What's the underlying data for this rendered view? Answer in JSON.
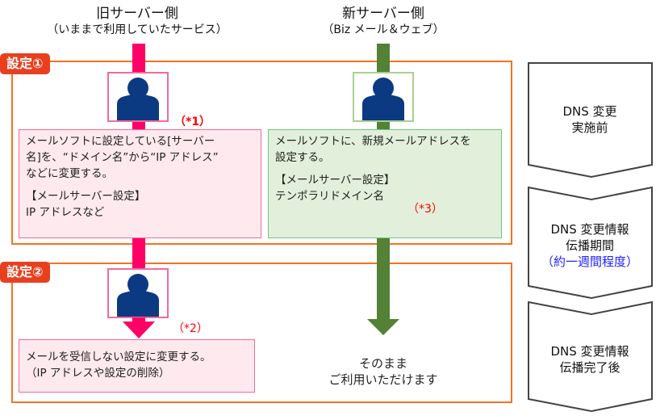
{
  "columns": {
    "old_server": {
      "title": "旧サーバー側",
      "subtitle": "（いままで利用していたサービス）",
      "color": "#ff0066"
    },
    "new_server": {
      "title": "新サーバー側",
      "subtitle": "（Biz メール＆ウェブ）",
      "color": "#538135"
    }
  },
  "steps": [
    {
      "badge": "設定①",
      "old_note": {
        "lines": [
          "メールソフトに設定している[サーバー",
          "名]を、“ドメイン名”から“IP アドレス”",
          "などに変更する。"
        ],
        "sub_lines": [
          "【メールサーバー設定】",
          "IP アドレスなど"
        ],
        "marker": "（*1）"
      },
      "new_note": {
        "lines": [
          "メールソフトに、新規メールアドレスを",
          "設定する。"
        ],
        "sub_lines": [
          "【メールサーバー設定】",
          "テンポラリドメイン名"
        ],
        "marker": "（*3）"
      }
    },
    {
      "badge": "設定②",
      "old_note": {
        "lines": [
          "メールを受信しない設定に変更する。",
          "（IP アドレスや設定の削除）"
        ],
        "marker": "（*2）"
      },
      "new_text": [
        "そのまま",
        "ご利用いただけます"
      ]
    }
  ],
  "timeline": [
    {
      "lines": [
        "DNS 変更",
        "実施前"
      ]
    },
    {
      "lines": [
        "DNS 変更情報",
        "伝播期間"
      ],
      "highlight": "（約一週間程度）",
      "highlight_color": "#1f1fff"
    },
    {
      "lines": [
        "DNS 変更情報",
        "伝播完了後"
      ]
    }
  ],
  "icons": {
    "person": "person-silhouette-icon",
    "arrow": "arrow-down-icon",
    "chevron": "chevron-down-shape"
  },
  "colors": {
    "frame": "#f47321",
    "badge": "#e8401f",
    "avatar": "#0b3a82"
  }
}
